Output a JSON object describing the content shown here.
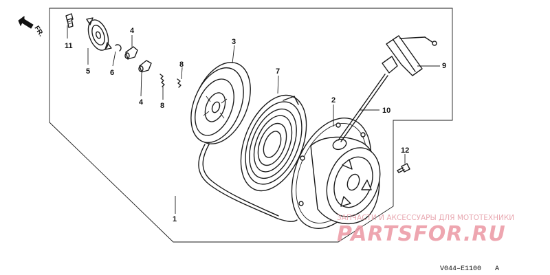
{
  "orientation_label": "FR.",
  "diagram_code": "V044–E1100",
  "diagram_code_suffix": "A",
  "watermark": {
    "tagline": "ЗАПЧАСТИ И АКСЕССУАРЫ ДЛЯ МОТОТЕХНИКИ",
    "brand": "PARTSFOR.RU",
    "color": "#ec97a3"
  },
  "parts": [
    {
      "ref": "1",
      "name": "starter-rope"
    },
    {
      "ref": "2",
      "name": "starter-case"
    },
    {
      "ref": "3",
      "name": "starter-reel"
    },
    {
      "ref": "4",
      "name": "ratchet-pawl"
    },
    {
      "ref": "4",
      "name": "ratchet-pawl"
    },
    {
      "ref": "5",
      "name": "friction-plate"
    },
    {
      "ref": "6",
      "name": "circlip"
    },
    {
      "ref": "7",
      "name": "recoil-spring"
    },
    {
      "ref": "8",
      "name": "pawl-spring"
    },
    {
      "ref": "8",
      "name": "pawl-spring"
    },
    {
      "ref": "9",
      "name": "starter-grip"
    },
    {
      "ref": "10",
      "name": "grip-rope"
    },
    {
      "ref": "11",
      "name": "setting-bolt"
    },
    {
      "ref": "12",
      "name": "flange-bolt"
    }
  ]
}
